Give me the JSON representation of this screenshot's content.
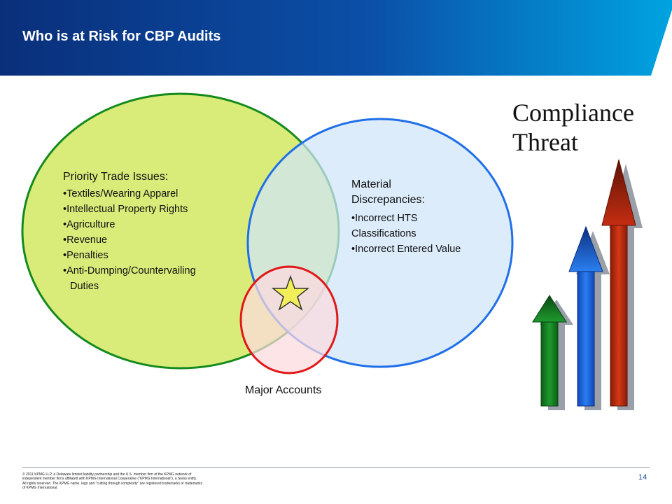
{
  "slide": {
    "title": "Who is at Risk for CBP Audits",
    "page_number": "14"
  },
  "diagram": {
    "left_circle": {
      "heading": "Priority Trade Issues:",
      "items": [
        "•Textiles/Wearing Apparel",
        "•Intellectual Property Rights",
        "•Agriculture",
        "•Revenue",
        "•Penalties",
        "•Anti-Dumping/Countervailing",
        "Duties"
      ],
      "color": "#d9ec7a"
    },
    "right_circle": {
      "heading_line1": "Material",
      "heading_line2": "Discrepancies:",
      "items": [
        "•Incorrect HTS",
        "Classifications",
        "•Incorrect Entered Value"
      ],
      "color": "#cfe4fa"
    },
    "bottom_circle": {
      "label": "Major Accounts",
      "color": "#fcd9de"
    }
  },
  "compliance_threat": {
    "line1": "Compliance",
    "line2": "Threat",
    "arrow_colors": [
      "#1a8a2a",
      "#1f6fe8",
      "#c42d12"
    ]
  },
  "footer": {
    "legal_lines": [
      "© 2011 KPMG LLP, a Delaware limited liability partnership and the U.S. member firm of the KPMG network of",
      "independent member firms affiliated with KPMG International Cooperative (\"KPMG International\"), a Swiss entity.",
      "All rights reserved. The KPMG name, logo and \"cutting through complexity\" are registered trademarks or trademarks",
      "of KPMG International."
    ]
  },
  "colors": {
    "header_dark": "#0a2f7a",
    "header_light": "#00a3e0"
  }
}
